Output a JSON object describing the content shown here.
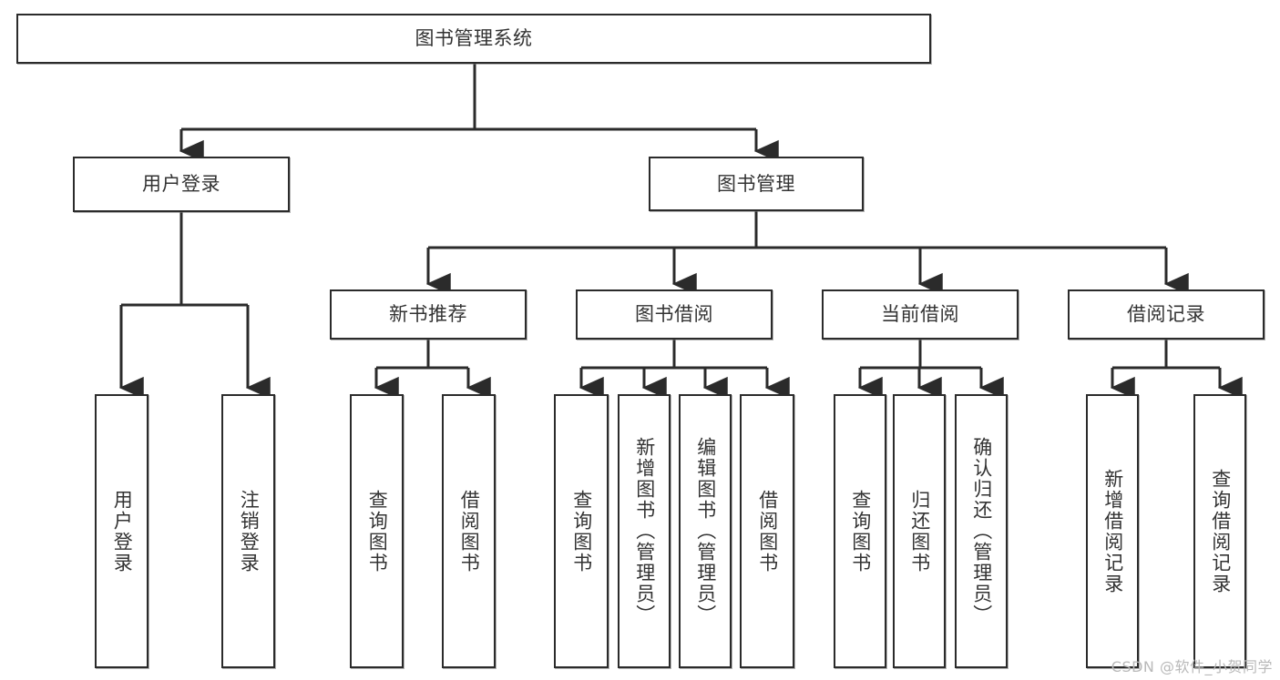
{
  "diagram": {
    "title": "图书管理系统",
    "watermark": "CSDN @软件_小贺同学",
    "colors": {
      "box_border": "#2b2b2b",
      "box_fill": "#ffffff",
      "text": "#333333",
      "edge": "#2b2b2b",
      "watermark": "#b9b9b9",
      "background": "#ffffff"
    },
    "root": {
      "label": "图书管理系统"
    },
    "level2": [
      {
        "label": "用户登录"
      },
      {
        "label": "图书管理"
      }
    ],
    "level3": [
      {
        "label": "新书推荐"
      },
      {
        "label": "图书借阅"
      },
      {
        "label": "当前借阅"
      },
      {
        "label": "借阅记录"
      }
    ],
    "leaves": {
      "user_login": [
        {
          "label": "用户登录"
        },
        {
          "label": "注销登录"
        }
      ],
      "new_book_recommend": [
        {
          "label": "查询图书"
        },
        {
          "label": "借阅图书"
        }
      ],
      "book_borrow": [
        {
          "label": "查询图书"
        },
        {
          "label": "新增图书（管理员）"
        },
        {
          "label": "编辑图书（管理员）"
        },
        {
          "label": "借阅图书"
        }
      ],
      "current_borrow": [
        {
          "label": "查询图书"
        },
        {
          "label": "归还图书"
        },
        {
          "label": "确认归还（管理员）"
        }
      ],
      "borrow_record": [
        {
          "label": "新增借阅记录"
        },
        {
          "label": "查询借阅记录"
        }
      ]
    }
  }
}
